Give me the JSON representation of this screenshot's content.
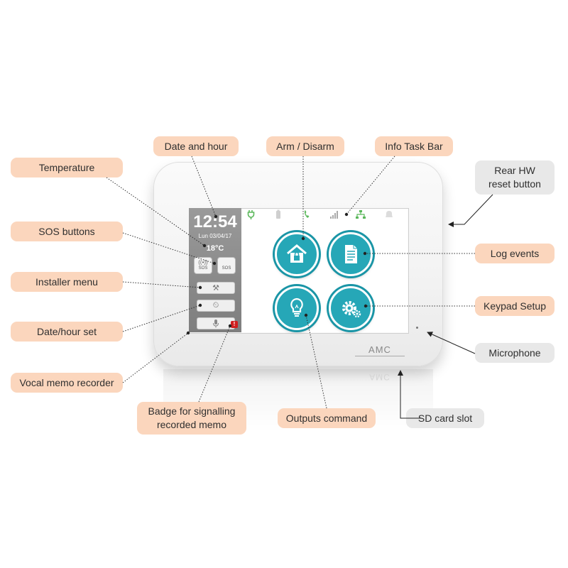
{
  "device": {
    "time": "12:54",
    "date": "Lun 03/04/17",
    "temperature": "18°C",
    "sos_button_text": "SOS",
    "brand": "AMC",
    "badge_mark": "!"
  },
  "callouts": {
    "date_and_hour": "Date and hour",
    "arm_disarm": "Arm / Disarm",
    "info_task_bar": "Info Task Bar",
    "temperature": "Temperature",
    "rear_hw_reset": "Rear HW\nreset button",
    "sos_buttons": "SOS buttons",
    "log_events": "Log events",
    "installer_menu": "Installer menu",
    "keypad_setup": "Keypad Setup",
    "date_hour_set": "Date/hour set",
    "microphone": "Microphone",
    "vocal_memo_recorder": "Vocal memo recorder",
    "badge_recorded_memo": "Badge for signalling\nrecorded memo",
    "outputs_command": "Outputs command",
    "sd_card_slot": "SD card slot"
  },
  "colors": {
    "peach_callout": "#fbd6bd",
    "grey_callout": "#e8e8e8",
    "button_teal": "#26a7b7",
    "side_panel": "#8a8a8a",
    "taskbar_green": "#5cb85c",
    "badge_red": "#d01f1f"
  },
  "icons": {
    "taskbar": [
      "plug-icon",
      "battery-icon",
      "phone-icon",
      "signal-icon",
      "network-icon",
      "bell-icon"
    ],
    "main_buttons": [
      "house-lock-icon",
      "document-icon",
      "lightbulb-icon",
      "gear-icon"
    ],
    "side_buttons": [
      "tools-icon",
      "clock-icon",
      "microphone-icon"
    ]
  }
}
